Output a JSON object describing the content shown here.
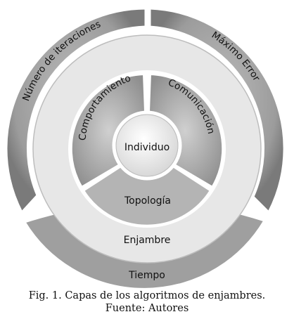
{
  "diagram": {
    "layers": {
      "individuo": "Individuo",
      "comportamiento": "Comportamiento",
      "comunicacion": "Comunicación",
      "topologia": "Topología",
      "enjambre": "Enjambre",
      "tiempo": "Tiempo",
      "numero_iteraciones": "Número de iteraciones",
      "maximo_error": "Máximo Error"
    },
    "colors": {
      "outer_ring": "#9a9a9a",
      "outer_ring_dark": "#6e6e6e",
      "enjambre_ring": "#e6e6e6",
      "inner_ring": "#a8a8a8",
      "core": "#ececec",
      "separator": "#ffffff"
    }
  },
  "caption": {
    "line1": "Fig. 1. Capas de los algoritmos de enjambres.",
    "line2": "Fuente: Autores"
  }
}
